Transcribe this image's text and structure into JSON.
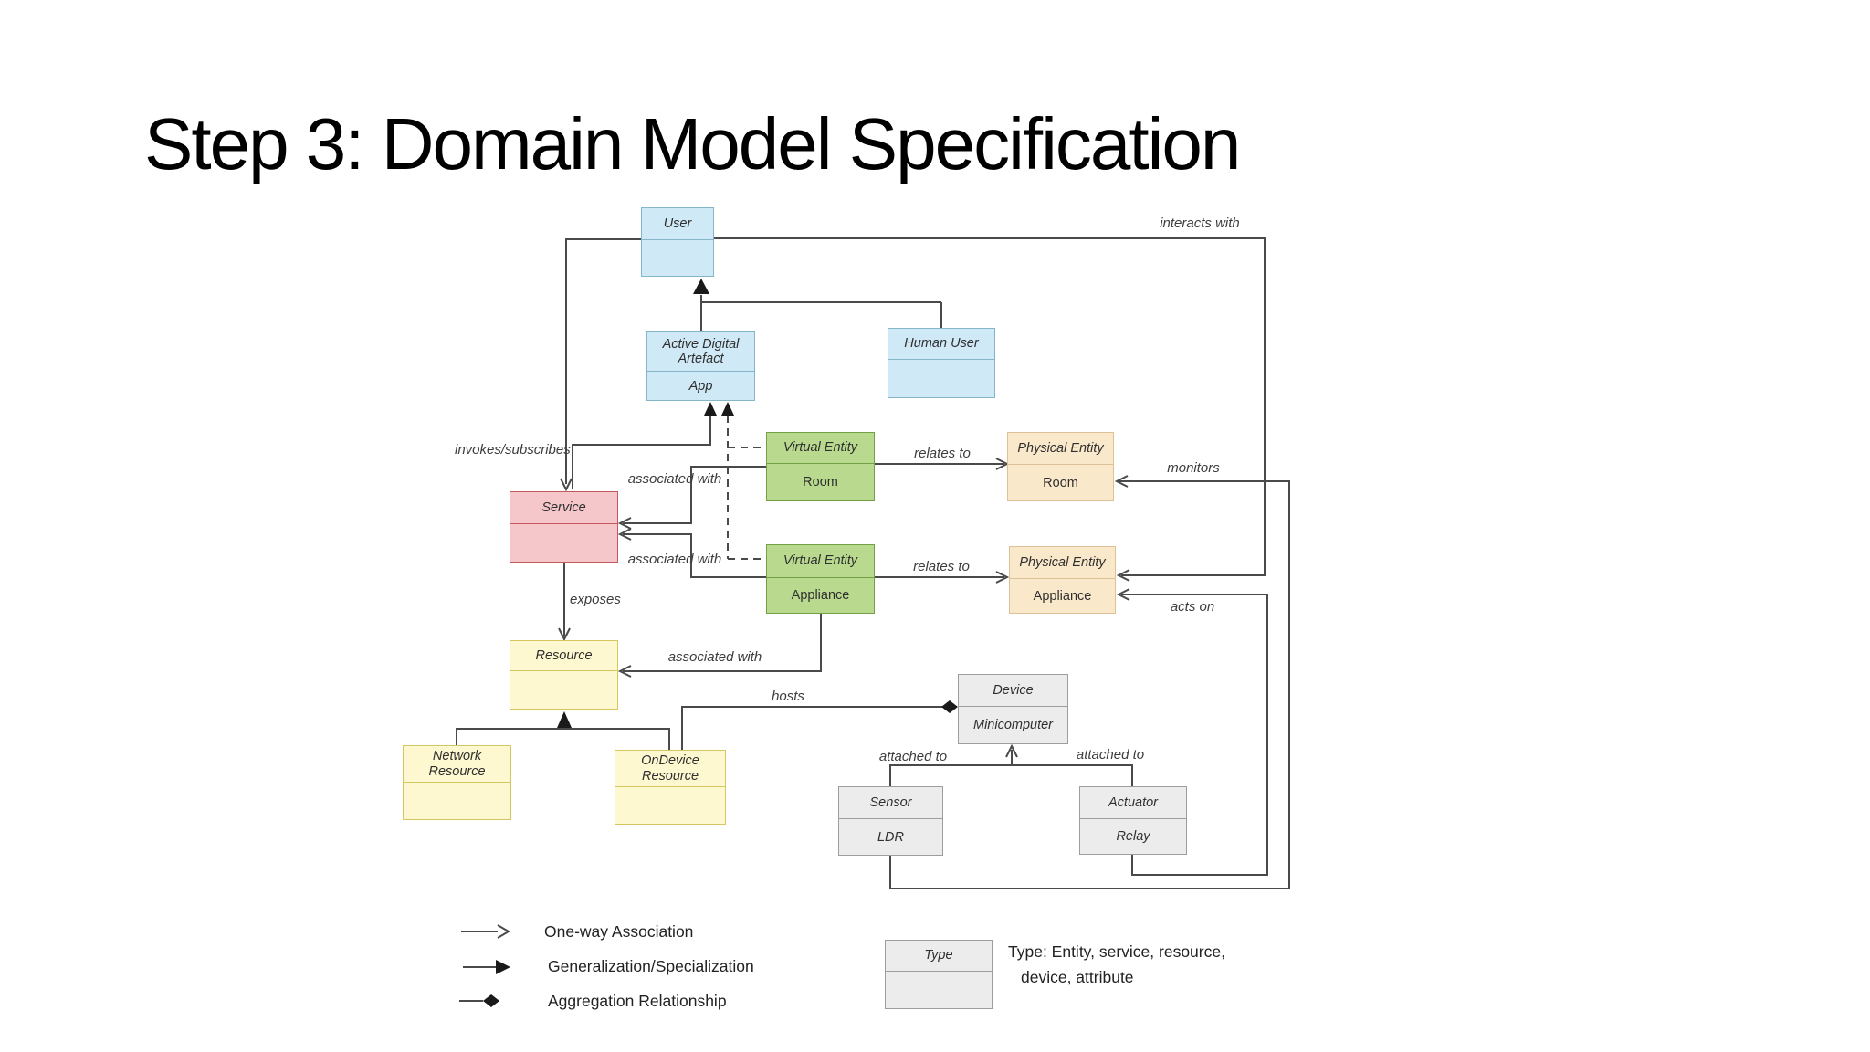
{
  "title": "Step 3: Domain Model Specification",
  "boxes": {
    "user": {
      "title": "User",
      "subtitle": ""
    },
    "active_digital_artefact": {
      "title": "Active Digital Artefact",
      "subtitle": "App"
    },
    "human_user": {
      "title": "Human User",
      "subtitle": ""
    },
    "virtual_entity_room": {
      "title": "Virtual Entity",
      "subtitle": "Room"
    },
    "physical_entity_room": {
      "title": "Physical Entity",
      "subtitle": "Room"
    },
    "service": {
      "title": "Service",
      "subtitle": ""
    },
    "virtual_entity_appliance": {
      "title": "Virtual Entity",
      "subtitle": "Appliance"
    },
    "physical_entity_appliance": {
      "title": "Physical Entity",
      "subtitle": "Appliance"
    },
    "resource": {
      "title": "Resource",
      "subtitle": ""
    },
    "network_resource": {
      "title": "Network Resource",
      "subtitle": ""
    },
    "ondevice_resource": {
      "title": "OnDevice Resource",
      "subtitle": ""
    },
    "device": {
      "title": "Device",
      "subtitle": "Minicomputer"
    },
    "sensor": {
      "title": "Sensor",
      "subtitle": "LDR"
    },
    "actuator": {
      "title": "Actuator",
      "subtitle": "Relay"
    },
    "type": {
      "title": "Type",
      "subtitle": ""
    }
  },
  "edge_labels": {
    "interacts_with": "interacts with",
    "invokes_subscribes": "invokes/subscribes",
    "associated_with_room": "associated with",
    "associated_with_appliance": "associated with",
    "associated_with_resource": "associated with",
    "relates_to_room": "relates to",
    "relates_to_appliance": "relates to",
    "monitors": "monitors",
    "acts_on": "acts on",
    "exposes": "exposes",
    "hosts": "hosts",
    "attached_to_left": "attached to",
    "attached_to_right": "attached to"
  },
  "legend": {
    "one_way": "One-way Association",
    "generalization": "Generalization/Specialization",
    "aggregation": "Aggregation Relationship",
    "type_note_line1": "Type: Entity, service, resource,",
    "type_note_line2": "device, attribute"
  },
  "colors": {
    "box_blue": "#cfe9f6",
    "box_green": "#b9da8e",
    "box_tan": "#fae8ca",
    "box_pink": "#f5c7ca",
    "box_yellow": "#fdf8d0",
    "box_gray": "#ececec",
    "line": "#4a4a4a"
  }
}
